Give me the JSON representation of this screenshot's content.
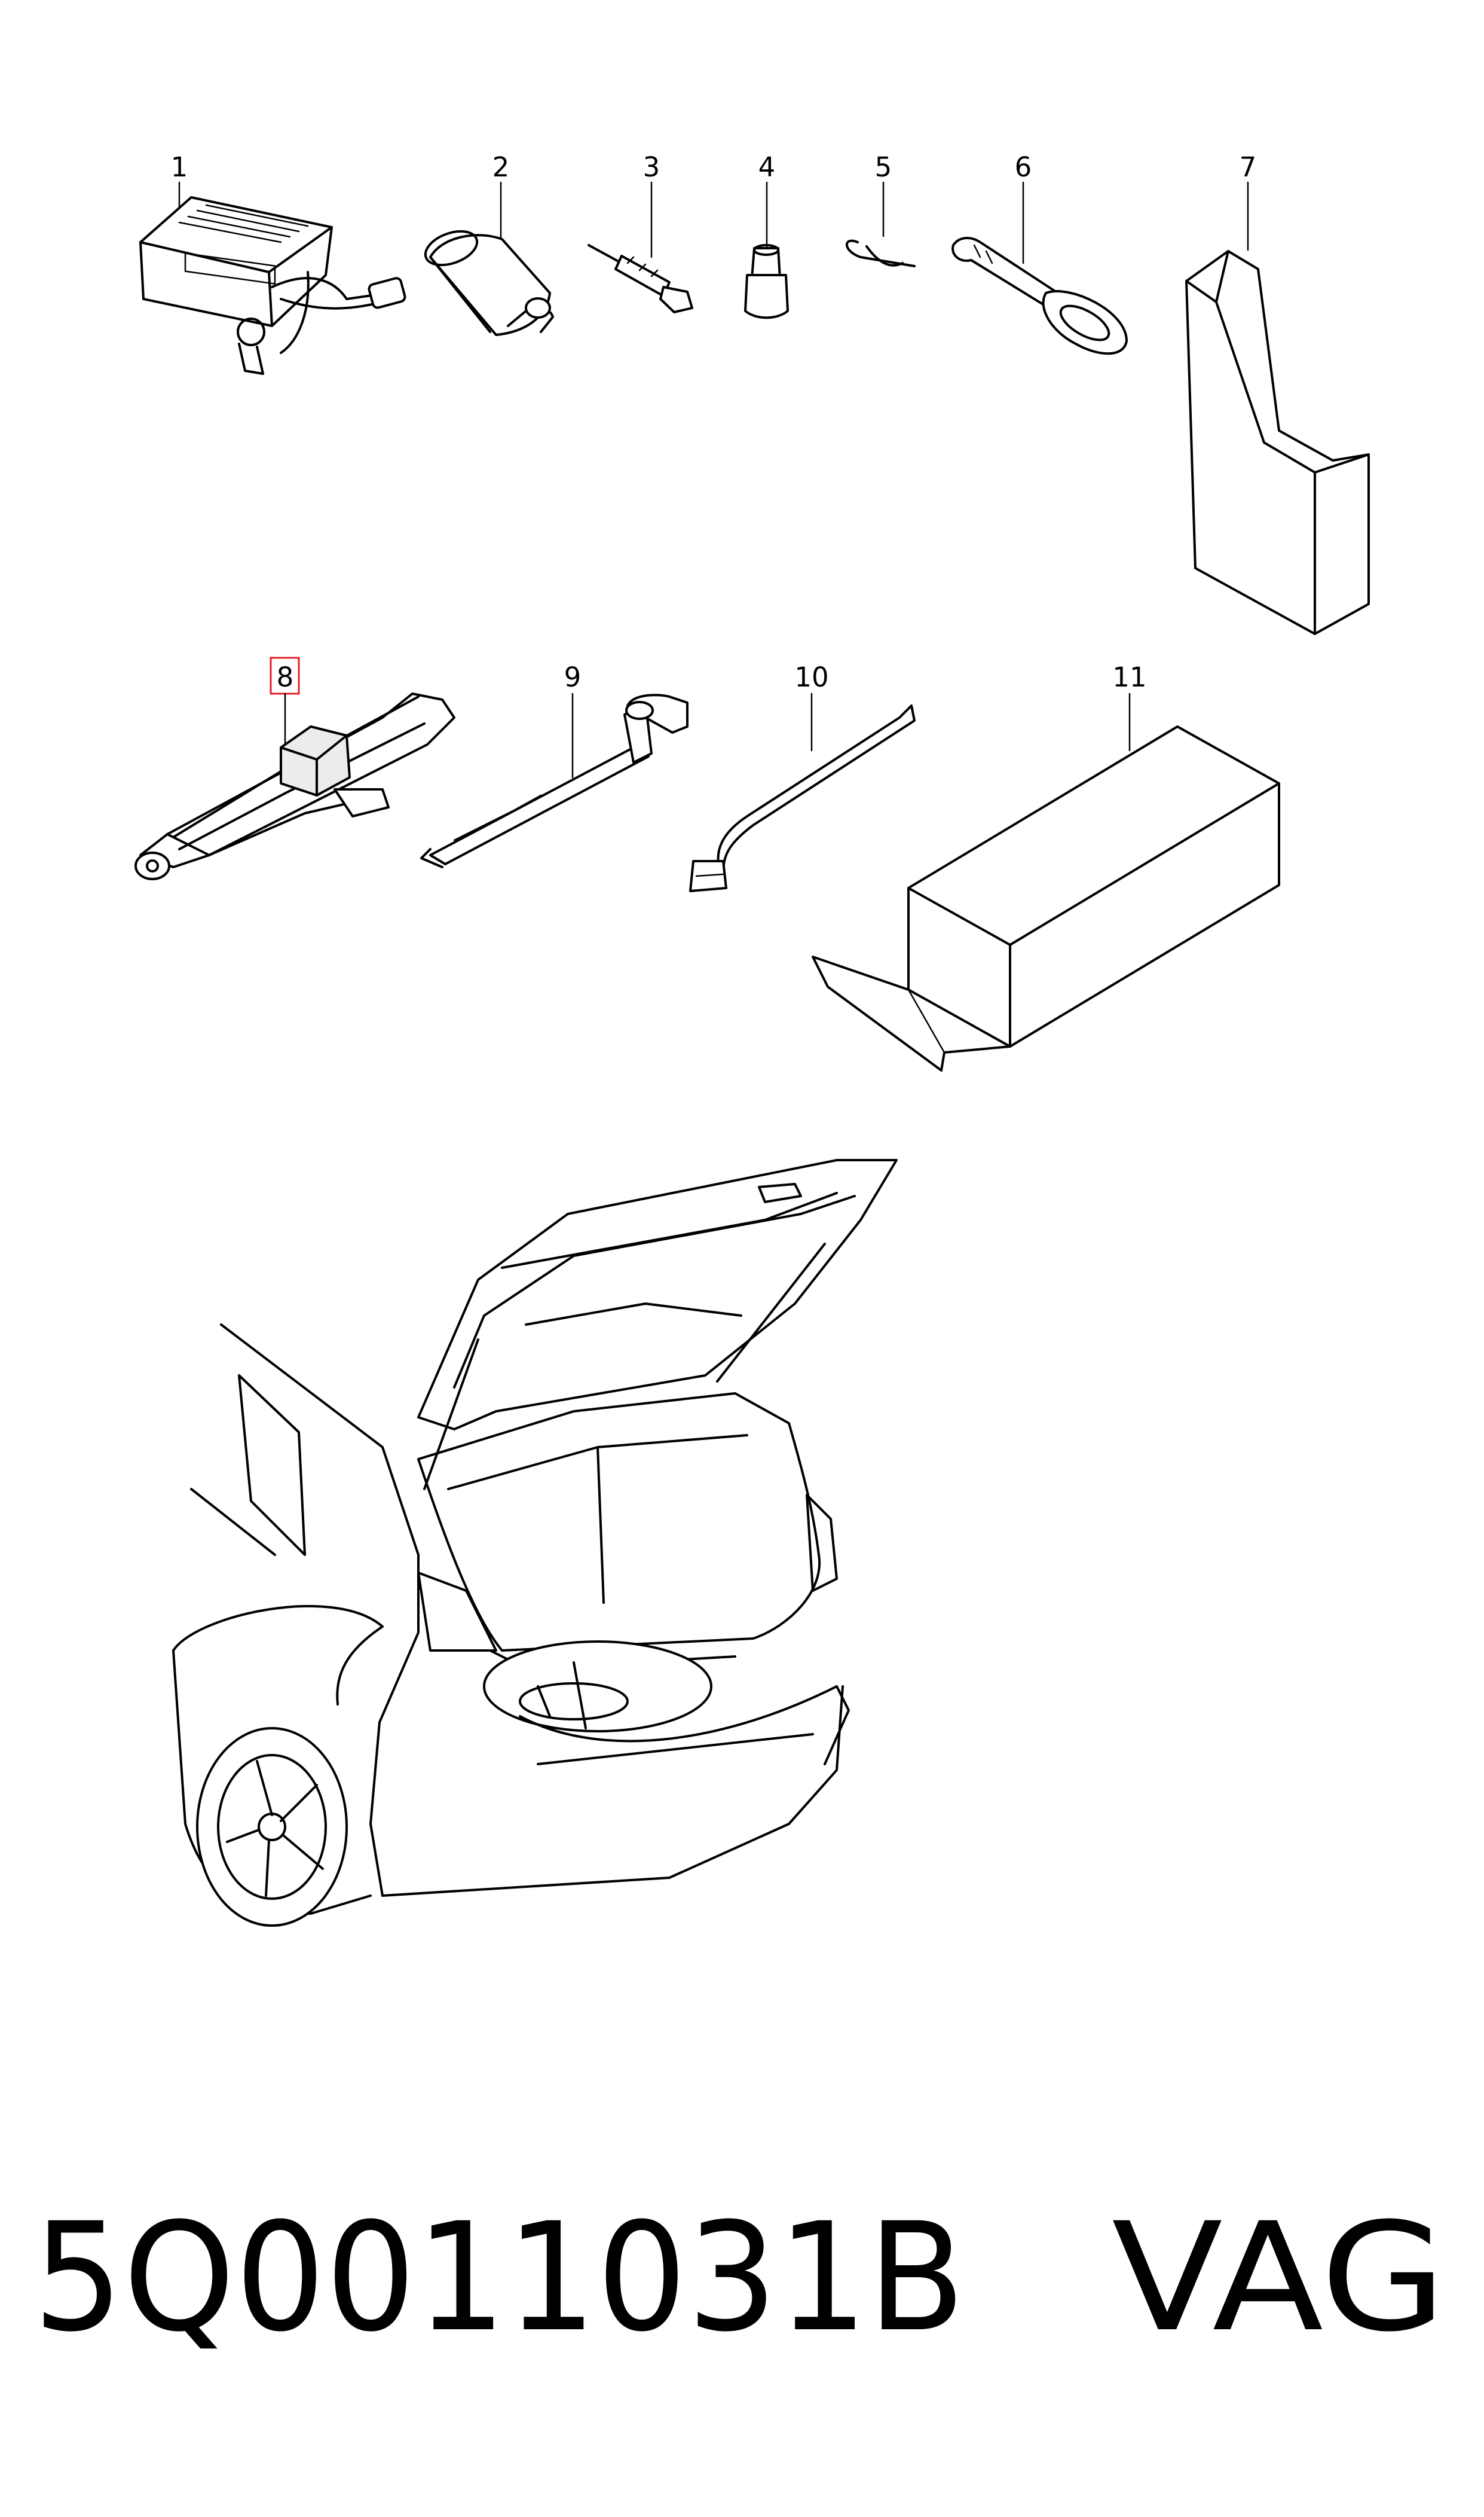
{
  "callouts": [
    "1",
    "2",
    "3",
    "4",
    "5",
    "6",
    "7",
    "8",
    "9",
    "10",
    "11"
  ],
  "highlighted_callout": "8",
  "highlight_color": "#e0202a",
  "footer": {
    "part_number": "5Q0011031B",
    "brand": "VAG"
  }
}
